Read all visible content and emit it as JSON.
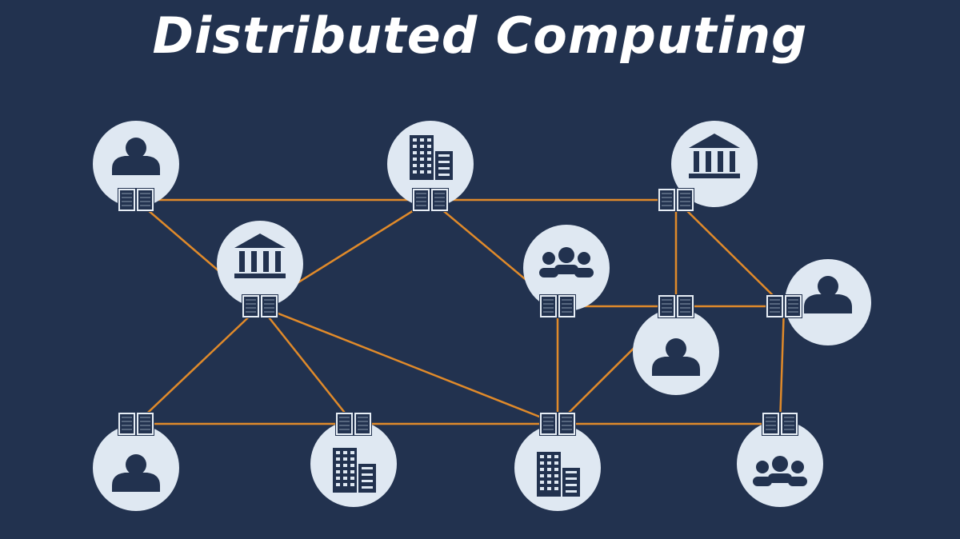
{
  "title": "Distributed Computing",
  "colors": {
    "background": "#22324f",
    "node": "#dfe8f2",
    "icon": "#22324f",
    "link": "#e08a2a"
  },
  "nodes": [
    {
      "icon": "person-icon"
    },
    {
      "icon": "building-icon"
    },
    {
      "icon": "bank-icon"
    },
    {
      "icon": "bank-icon"
    },
    {
      "icon": "group-icon"
    },
    {
      "icon": "person-icon"
    },
    {
      "icon": "person-icon"
    },
    {
      "icon": "person-icon"
    },
    {
      "icon": "building-icon"
    },
    {
      "icon": "building-icon"
    },
    {
      "icon": "group-icon"
    }
  ],
  "edges": [
    [
      0,
      1
    ],
    [
      0,
      3
    ],
    [
      1,
      2
    ],
    [
      1,
      3
    ],
    [
      1,
      4
    ],
    [
      2,
      5
    ],
    [
      2,
      6
    ],
    [
      4,
      5
    ],
    [
      5,
      6
    ],
    [
      4,
      9
    ],
    [
      5,
      9
    ],
    [
      3,
      7
    ],
    [
      3,
      8
    ],
    [
      3,
      9
    ],
    [
      7,
      8
    ],
    [
      8,
      9
    ],
    [
      9,
      10
    ],
    [
      6,
      10
    ]
  ]
}
